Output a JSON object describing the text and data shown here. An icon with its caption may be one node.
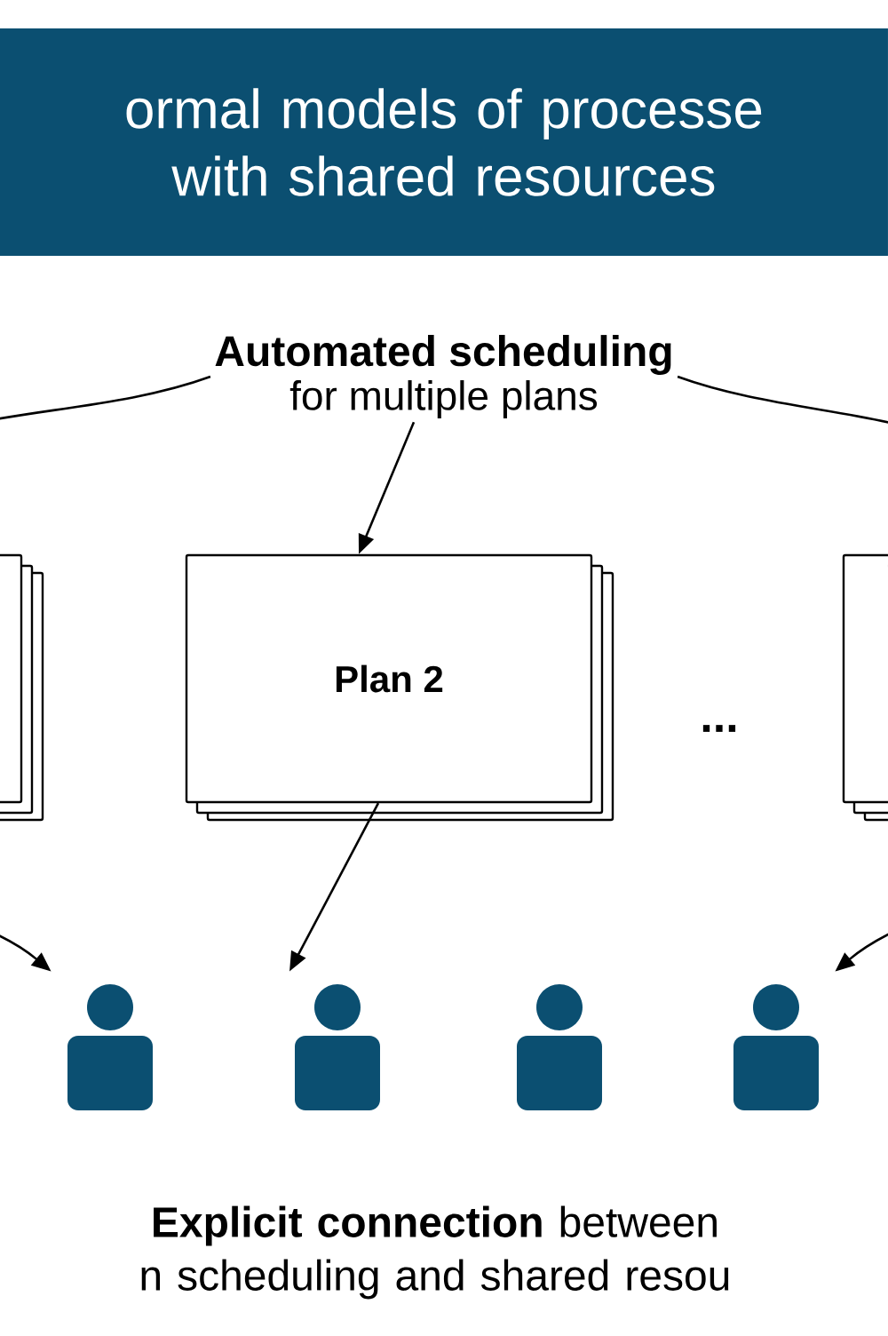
{
  "diagram": {
    "nodes": [
      {
        "text": [
          "ormal models of processe with shared resources"
        ]
      },
      {
        "text": [
          "Automated scheduling",
          "for multiple plans"
        ]
      },
      {
        "text": [],
        "shape": "box"
      },
      {
        "text": [
          "Plan 2"
        ]
      },
      {
        "text": [],
        "shape": "box"
      },
      {
        "text": [],
        "shape": "person"
      },
      {
        "text": [],
        "shape": "person"
      },
      {
        "text": [],
        "shape": "person"
      },
      {
        "text": [],
        "shape": "person"
      }
    ],
    "edges": [
      {
        "from": 1,
        "to": 3,
        "arrow": "to"
      },
      {
        "from": 1,
        "to": 2,
        "arrow": "none"
      },
      {
        "from": 1,
        "to": 4,
        "arrow": "none"
      },
      {
        "from": 2,
        "to": 5,
        "arrow": "to"
      },
      {
        "from": 3,
        "to": 6,
        "arrow": "to"
      },
      {
        "from": 4,
        "to": 8,
        "arrow": "to"
      }
    ],
    "labels": [
      "...",
      "**Explicit connection** between n scheduling and shared resou"
    ]
  }
}
